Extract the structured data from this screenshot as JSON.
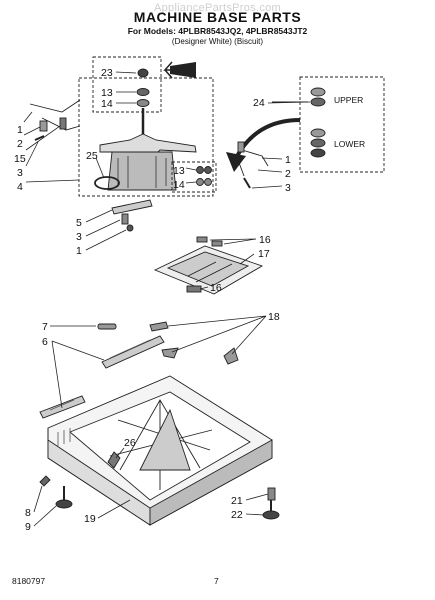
{
  "header": {
    "watermark": "AppliancePartsPros.com",
    "title": "MACHINE BASE PARTS",
    "models": "For Models: 4PLBR8543JQ2, 4PLBR8543JT2",
    "variants": "(Designer White)          (Biscuit)"
  },
  "labels": {
    "upper": "UPPER",
    "lower": "LOWER"
  },
  "callouts": [
    {
      "id": "c23",
      "text": "23"
    },
    {
      "id": "c13a",
      "text": "13"
    },
    {
      "id": "c14a",
      "text": "14"
    },
    {
      "id": "c1a",
      "text": "1"
    },
    {
      "id": "c2a",
      "text": "2"
    },
    {
      "id": "c15",
      "text": "15"
    },
    {
      "id": "c3a",
      "text": "3"
    },
    {
      "id": "c25",
      "text": "25"
    },
    {
      "id": "c4",
      "text": "4"
    },
    {
      "id": "c13b",
      "text": "13"
    },
    {
      "id": "c14b",
      "text": "14"
    },
    {
      "id": "c24",
      "text": "24"
    },
    {
      "id": "c1b",
      "text": "1"
    },
    {
      "id": "c2b",
      "text": "2"
    },
    {
      "id": "c3b",
      "text": "3"
    },
    {
      "id": "c5",
      "text": "5"
    },
    {
      "id": "c3c",
      "text": "3"
    },
    {
      "id": "c1c",
      "text": "1"
    },
    {
      "id": "c16a",
      "text": "16"
    },
    {
      "id": "c17",
      "text": "17"
    },
    {
      "id": "c16b",
      "text": "16"
    },
    {
      "id": "c7",
      "text": "7"
    },
    {
      "id": "c6",
      "text": "6"
    },
    {
      "id": "c18",
      "text": "18"
    },
    {
      "id": "c26",
      "text": "26"
    },
    {
      "id": "c8",
      "text": "8"
    },
    {
      "id": "c9",
      "text": "9"
    },
    {
      "id": "c19",
      "text": "19"
    },
    {
      "id": "c21",
      "text": "21"
    },
    {
      "id": "c22",
      "text": "22"
    }
  ],
  "footer": {
    "publication": "8180797",
    "page": "7"
  }
}
